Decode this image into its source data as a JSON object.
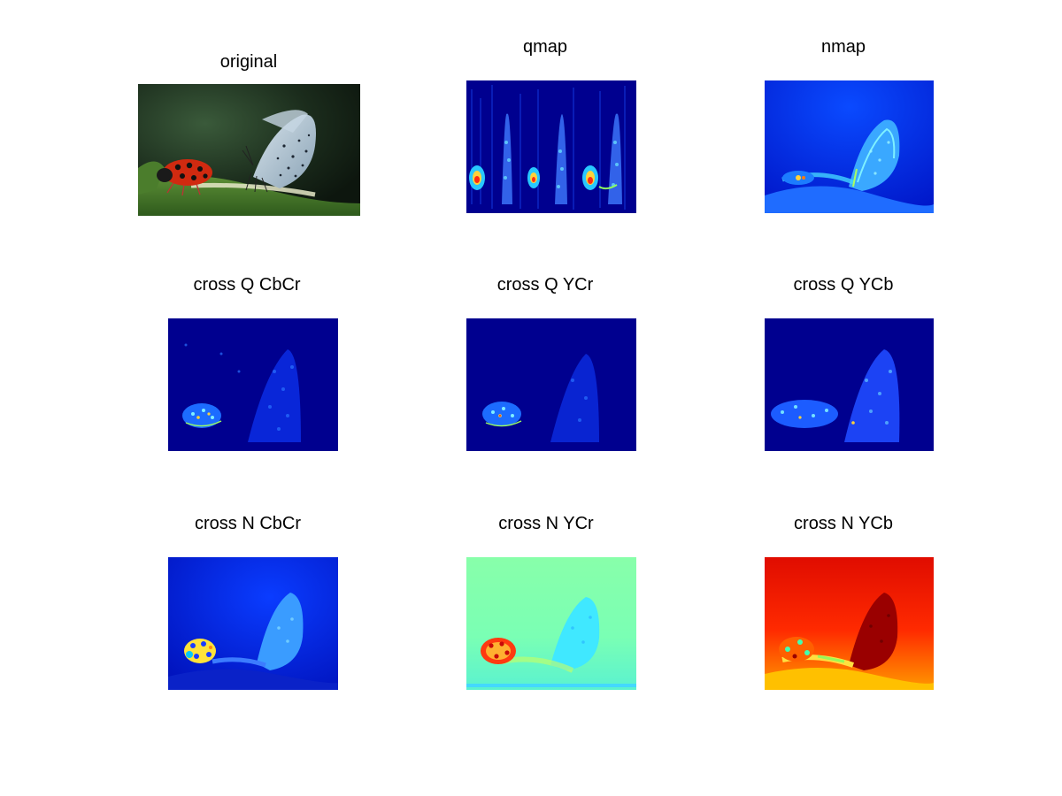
{
  "figure": {
    "panels": [
      {
        "id": "original",
        "title": "original",
        "kind": "photo"
      },
      {
        "id": "qmap",
        "title": "qmap",
        "kind": "qmap"
      },
      {
        "id": "nmap",
        "title": "nmap",
        "kind": "nmap"
      },
      {
        "id": "crossq-cbcr",
        "title": "cross Q CbCr",
        "kind": "crossq1"
      },
      {
        "id": "crossq-ycr",
        "title": "cross Q YCr",
        "kind": "crossq2"
      },
      {
        "id": "crossq-ycb",
        "title": "cross Q YCb",
        "kind": "crossq3"
      },
      {
        "id": "crossn-cbcr",
        "title": "cross N CbCr",
        "kind": "crossn1"
      },
      {
        "id": "crossn-ycr",
        "title": "cross N YCr",
        "kind": "crossn2"
      },
      {
        "id": "crossn-ycb",
        "title": "cross N YCb",
        "kind": "crossn3"
      }
    ]
  },
  "colors": {
    "jet_dark_blue": "#00008f",
    "jet_blue": "#0000ff",
    "jet_cyan": "#00ffff",
    "jet_yellow": "#ffff00",
    "jet_red": "#ff0000",
    "leaf_green": "#3d6b2a",
    "ladybug_red": "#d02a10",
    "butterfly_blue": "#b9cbd8"
  }
}
